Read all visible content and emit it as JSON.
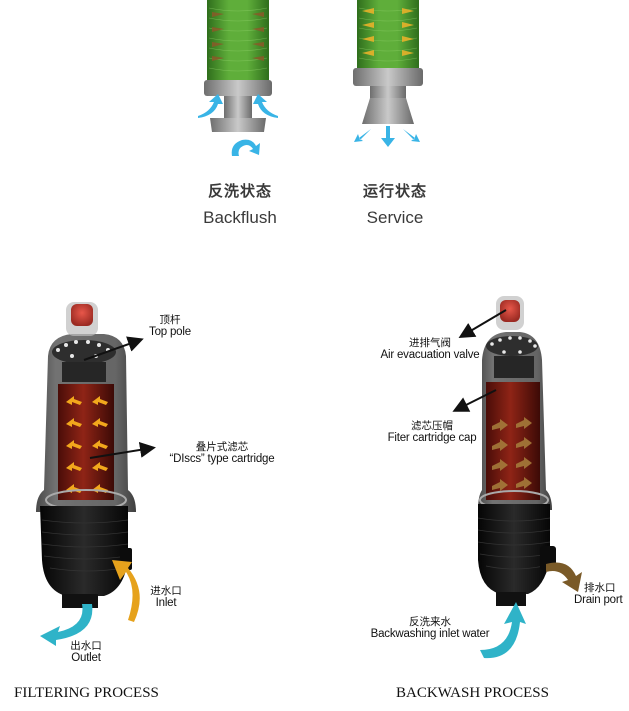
{
  "top_section": {
    "backflush": {
      "label_cn": "反洗状态",
      "label_en": "Backflush"
    },
    "service": {
      "label_cn": "运行状态",
      "label_en": "Service"
    }
  },
  "filtering": {
    "caption": "FILTERING PROCESS",
    "labels": {
      "top_pole": {
        "cn": "顶杆",
        "en": "Top pole"
      },
      "cartridge": {
        "cn": "叠片式滤芯",
        "en": "“DIscs” type cartridge"
      },
      "inlet": {
        "cn": "进水口",
        "en": "Inlet"
      },
      "outlet": {
        "cn": "出水口",
        "en": "Outlet"
      }
    }
  },
  "backwash": {
    "caption": "BACKWASH PROCESS",
    "labels": {
      "air_valve": {
        "cn": "进排气阀",
        "en": "Air evacuation valve"
      },
      "cartridge_cap": {
        "cn": "滤芯压帽",
        "en": "Fiter cartridge cap"
      },
      "drain": {
        "cn": "排水口",
        "en": "Drain port"
      },
      "backwash_inlet": {
        "cn": "反洗来水",
        "en": "Backwashing inlet water"
      }
    }
  },
  "colors": {
    "disc_green": "#4f9a32",
    "cartridge_red": "#7a1a12",
    "housing_black": "#141414",
    "water_blue": "#2fb3d6",
    "inlet_orange": "#e6a21c",
    "drain_brown": "#7a5a28",
    "arrow_black": "#111111"
  }
}
